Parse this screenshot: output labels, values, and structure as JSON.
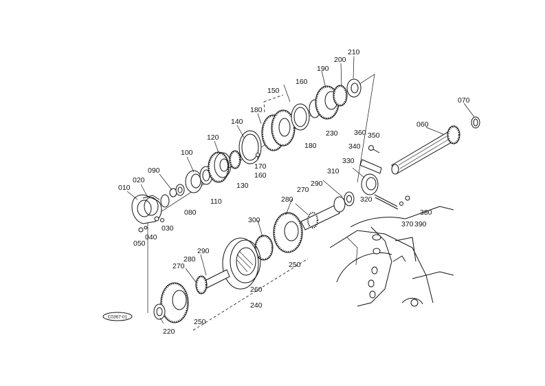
{
  "diagram_code": "C0367-01",
  "colors": {
    "ink": "#111111",
    "paper": "#ffffff"
  },
  "callouts": {
    "c010": "010",
    "c020": "020",
    "c030": "030",
    "c040": "040",
    "c050": "050",
    "c060": "060",
    "c070": "070",
    "c080": "080",
    "c090": "090",
    "c100": "100",
    "c110": "110",
    "c120": "120",
    "c130": "130",
    "c140": "140",
    "c150": "150",
    "c160a": "160",
    "c160b": "160",
    "c170": "170",
    "c180a": "180",
    "c180b": "180",
    "c190": "190",
    "c200": "200",
    "c210": "210",
    "c220": "220",
    "c230": "230",
    "c240": "240",
    "c250a": "250",
    "c250b": "250",
    "c260": "260",
    "c270a": "270",
    "c270b": "270",
    "c280a": "280",
    "c280b": "280",
    "c290a": "290",
    "c290b": "290",
    "c300": "300",
    "c310": "310",
    "c320": "320",
    "c330": "330",
    "c340": "340",
    "c350": "350",
    "c360": "360",
    "c370": "370",
    "c380": "380",
    "c390": "390"
  }
}
